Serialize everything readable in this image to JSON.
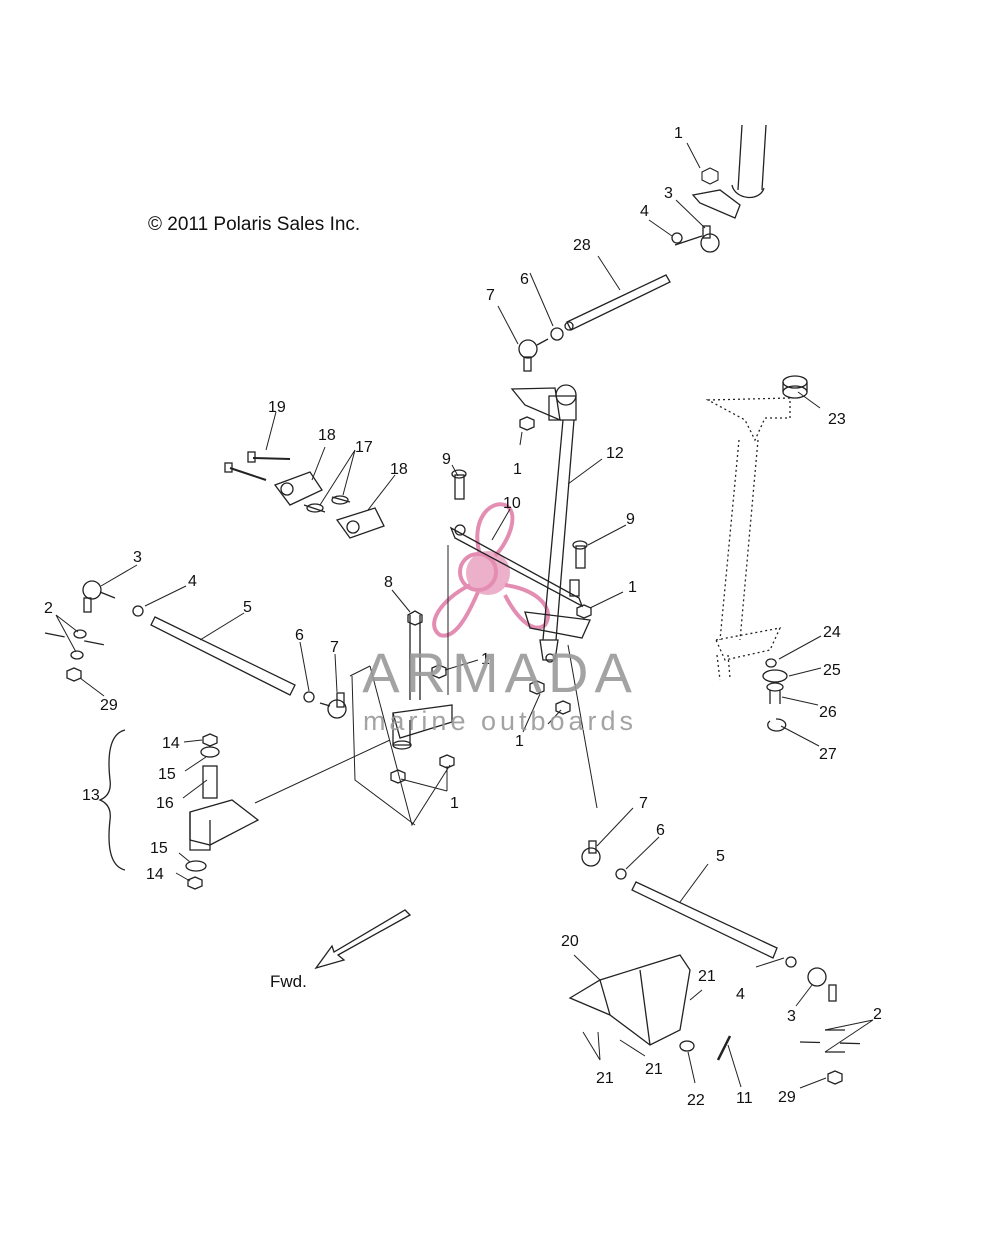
{
  "copyright": "© 2011 Polaris Sales Inc.",
  "direction_label": "Fwd.",
  "watermark": {
    "brand": "ARMADA",
    "tagline": "marine outboards"
  },
  "callouts": [
    {
      "label": "1"
    },
    {
      "label": "3"
    },
    {
      "label": "4"
    },
    {
      "label": "28"
    },
    {
      "label": "6"
    },
    {
      "label": "7"
    },
    {
      "label": "23"
    },
    {
      "label": "12"
    },
    {
      "label": "1"
    },
    {
      "label": "19"
    },
    {
      "label": "18"
    },
    {
      "label": "17"
    },
    {
      "label": "18"
    },
    {
      "label": "9"
    },
    {
      "label": "10"
    },
    {
      "label": "9"
    },
    {
      "label": "3"
    },
    {
      "label": "4"
    },
    {
      "label": "5"
    },
    {
      "label": "2"
    },
    {
      "label": "8"
    },
    {
      "label": "1"
    },
    {
      "label": "6"
    },
    {
      "label": "7"
    },
    {
      "label": "1"
    },
    {
      "label": "24"
    },
    {
      "label": "25"
    },
    {
      "label": "29"
    },
    {
      "label": "1"
    },
    {
      "label": "26"
    },
    {
      "label": "27"
    },
    {
      "label": "14"
    },
    {
      "label": "15"
    },
    {
      "label": "13"
    },
    {
      "label": "16"
    },
    {
      "label": "1"
    },
    {
      "label": "7"
    },
    {
      "label": "15"
    },
    {
      "label": "6"
    },
    {
      "label": "14"
    },
    {
      "label": "5"
    },
    {
      "label": "20"
    },
    {
      "label": "21"
    },
    {
      "label": "4"
    },
    {
      "label": "2"
    },
    {
      "label": "3"
    },
    {
      "label": "21"
    },
    {
      "label": "21"
    },
    {
      "label": "22"
    },
    {
      "label": "11"
    },
    {
      "label": "29"
    }
  ]
}
